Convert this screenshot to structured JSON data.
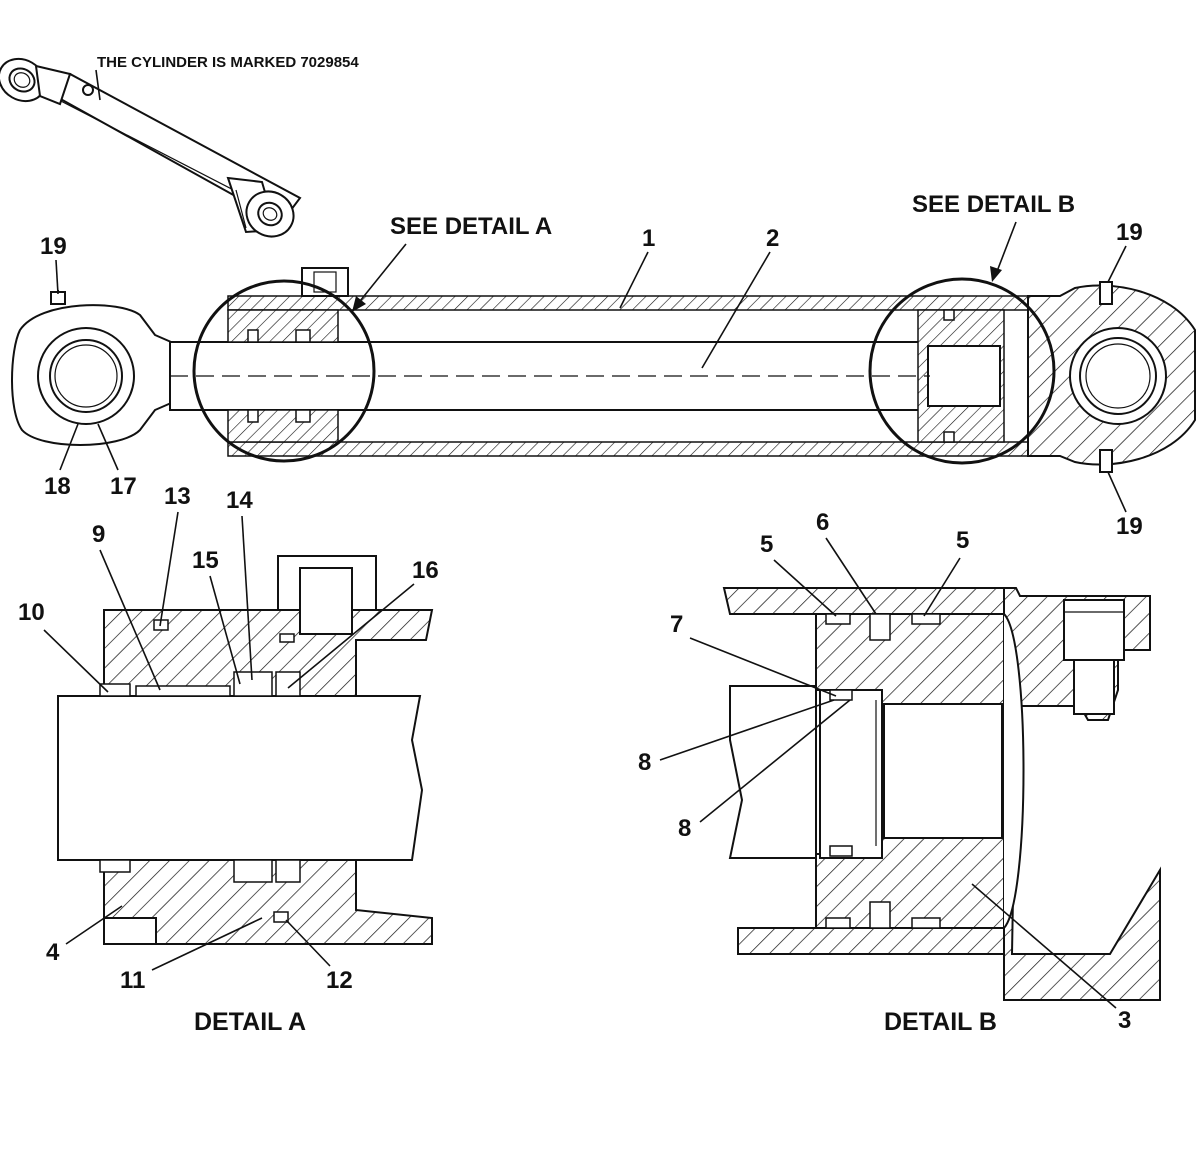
{
  "note": "THE CYLINDER IS MARKED 7029854",
  "callouts": {
    "see_detail_a": "SEE DETAIL A",
    "see_detail_b": "SEE DETAIL B"
  },
  "captions": {
    "detail_a": "DETAIL A",
    "detail_b": "DETAIL B"
  },
  "part_numbers": {
    "p1": "1",
    "p2": "2",
    "p3": "3",
    "p4": "4",
    "p5a": "5",
    "p5b": "5",
    "p6": "6",
    "p7": "7",
    "p8a": "8",
    "p8b": "8",
    "p9": "9",
    "p10": "10",
    "p11": "11",
    "p12": "12",
    "p13": "13",
    "p14": "14",
    "p15": "15",
    "p16": "16",
    "p17": "17",
    "p18": "18",
    "p19a": "19",
    "p19b": "19",
    "p19c": "19"
  }
}
